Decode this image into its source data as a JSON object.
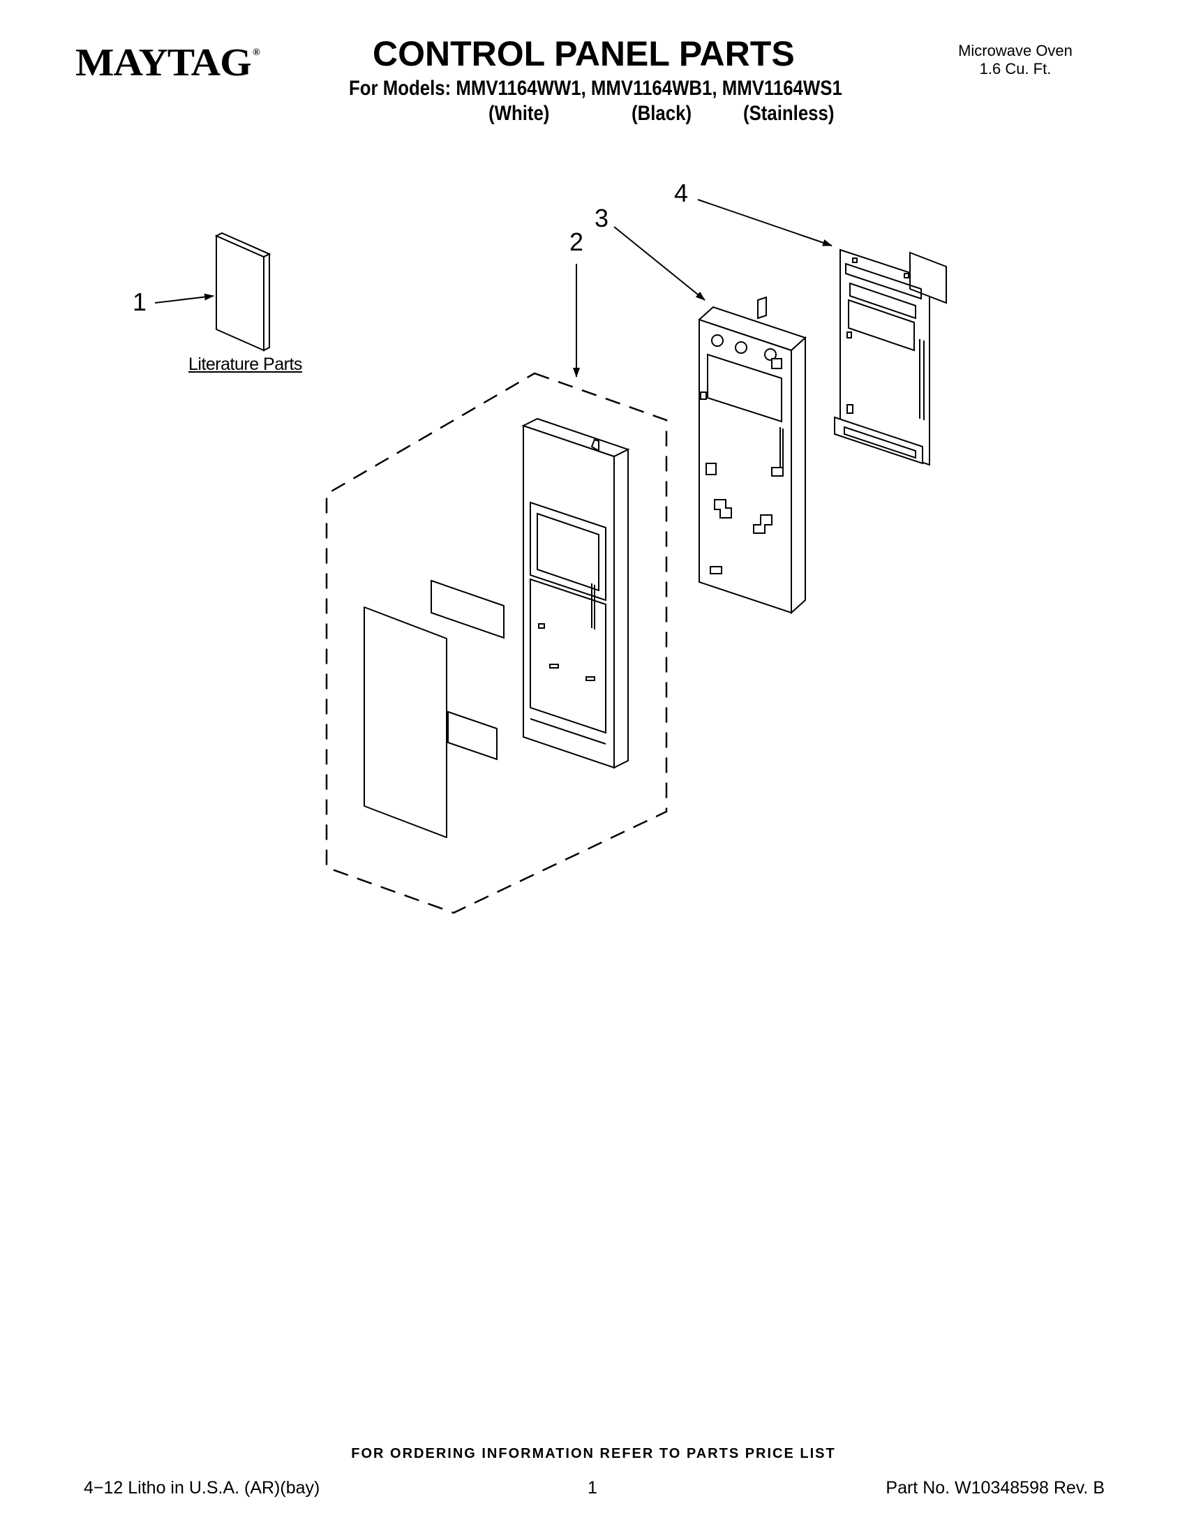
{
  "header": {
    "brand": "MAYTAG",
    "brand_mark": "®",
    "title": "CONTROL PANEL PARTS",
    "models_line": "For Models: MMV1164WW1, MMV1164WB1, MMV1164WS1",
    "variants": [
      "(White)",
      "(Black)",
      "(Stainless)"
    ],
    "product_type": "Microwave Oven",
    "product_capacity": "1.6 Cu. Ft."
  },
  "diagram": {
    "callouts": [
      "1",
      "2",
      "3",
      "4"
    ],
    "literature_label": "Literature Parts"
  },
  "footer": {
    "ordering_note": "FOR ORDERING INFORMATION REFER TO PARTS PRICE LIST",
    "litho": "4−12 Litho in U.S.A. (AR)(bay)",
    "page_number": "1",
    "part_number": "Part No. W10348598 Rev. B"
  }
}
